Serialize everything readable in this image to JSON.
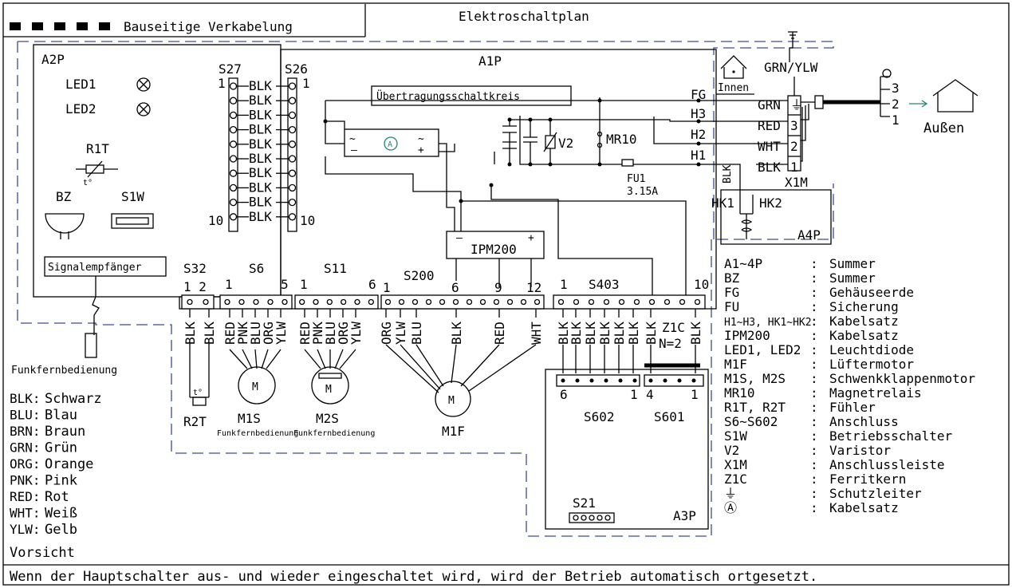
{
  "title": "Elektroschaltplan",
  "field_wiring_label": "Bauseitige Verkabelung",
  "boards": {
    "a1p": "A1P",
    "a2p": "A2P",
    "a3p": "A3P",
    "a4p": "A4P"
  },
  "a2p": {
    "led1": "LED1",
    "led2": "LED2",
    "r1t": "R1T",
    "r1t_t": "t°",
    "bz": "BZ",
    "s1w": "S1W",
    "receiver": "Signalempfänger"
  },
  "remote": "Funkfernbedienung",
  "s27": {
    "name": "S27",
    "first": "1",
    "last": "10"
  },
  "s26": {
    "name": "S26",
    "first": "1",
    "last": "10"
  },
  "harness_wires": [
    "BLK",
    "BLK",
    "BLK",
    "BLK",
    "BLK",
    "BLK",
    "BLK",
    "BLK",
    "BLK",
    "BLK"
  ],
  "a1p": {
    "transmission": "Übertragungsschaltkreis",
    "v2": "V2",
    "mr10": "MR10",
    "fu1": "FU1",
    "fu1_rating": "3.15A",
    "fg": "FG",
    "h3": "H3",
    "h2": "H2",
    "h1": "H1",
    "a_circle": "A",
    "ipm": "IPM200"
  },
  "indoor": "Innen",
  "outdoor": "Außen",
  "grn_ylw": "GRN/YLW",
  "x1m": {
    "name": "X1M",
    "rows": [
      {
        "wire": "GRN",
        "term": "⏚"
      },
      {
        "wire": "RED",
        "term": "3"
      },
      {
        "wire": "WHT",
        "term": "2"
      },
      {
        "wire": "BLK",
        "term": "1"
      }
    ],
    "outdoor_terms": [
      "3",
      "2",
      "1"
    ]
  },
  "a4p": {
    "vertical_blk": "BLK",
    "hk1": "HK1",
    "hk2": "HK2"
  },
  "connectors": {
    "s32": {
      "name": "S32",
      "pins": "1  2",
      "wires": [
        "BLK",
        "BLK"
      ]
    },
    "s6": {
      "name": "S6",
      "first": "1",
      "last": "5",
      "wires": [
        "RED",
        "PNK",
        "BLU",
        "ORG",
        "YLW"
      ]
    },
    "s11": {
      "name": "S11",
      "first": "1",
      "last": "6",
      "wires": [
        "RED",
        "PNK",
        "BLU",
        "ORG",
        "YLW"
      ]
    },
    "s200": {
      "name": "S200",
      "pins": [
        "1",
        "6",
        "9",
        "12"
      ],
      "wires": [
        "ORG",
        "YLW",
        "BLU",
        "BLK",
        "RED",
        "WHT"
      ]
    },
    "s403": {
      "name": "S403",
      "first": "1",
      "last": "10",
      "wires": [
        "BLK",
        "BLK",
        "BLK",
        "BLK",
        "BLK",
        "BLK",
        "BLK",
        "BLK"
      ]
    }
  },
  "z1c": {
    "name": "Z1C",
    "sub": "N=2"
  },
  "components": {
    "r2t": "R2T",
    "r2t_t": "t°",
    "m1s": "M1S",
    "m2s": "M2S",
    "m1f": "M1F",
    "motor": "M",
    "m1s_sub": "Funkfernbedienung",
    "m2s_sub": "Funkfernbedienung"
  },
  "a3p": {
    "s602": "S602",
    "s602_left": "6",
    "s602_right": "1",
    "s601": "S601",
    "s601_left": "4",
    "s601_right": "1",
    "s21": "S21"
  },
  "color_legend": [
    {
      "code": "BLK:",
      "name": "Schwarz"
    },
    {
      "code": "BLU:",
      "name": "Blau"
    },
    {
      "code": "BRN:",
      "name": "Braun"
    },
    {
      "code": "GRN:",
      "name": "Grün"
    },
    {
      "code": "ORG:",
      "name": "Orange"
    },
    {
      "code": "PNK:",
      "name": "Pink"
    },
    {
      "code": "RED:",
      "name": "Rot"
    },
    {
      "code": "WHT:",
      "name": "Weiß"
    },
    {
      "code": "YLW:",
      "name": "Gelb"
    }
  ],
  "caution_title": "Vorsicht",
  "caution_text": "Wenn der Hauptschalter aus- und wieder eingeschaltet wird, wird der Betrieb automatisch ortgesetzt.",
  "parts_legend": [
    {
      "code": "A1~4P",
      "sep": ":",
      "desc": "Summer"
    },
    {
      "code": "BZ",
      "sep": ":",
      "desc": "Summer"
    },
    {
      "code": "FG",
      "sep": ":",
      "desc": "Gehäuseerde"
    },
    {
      "code": "FU",
      "sep": ":",
      "desc": "Sicherung"
    },
    {
      "code": "H1~H3, HK1~HK2",
      "sep": ":",
      "desc": "Kabelsatz"
    },
    {
      "code": "IPM200",
      "sep": ":",
      "desc": "Kabelsatz"
    },
    {
      "code": "LED1, LED2",
      "sep": ":",
      "desc": "Leuchtdiode"
    },
    {
      "code": "M1F",
      "sep": ":",
      "desc": "Lüftermotor"
    },
    {
      "code": "M1S,  M2S",
      "sep": ":",
      "desc": "Schwenkklappenmotor"
    },
    {
      "code": "MR10",
      "sep": ":",
      "desc": "Magnetrelais"
    },
    {
      "code": "R1T, R2T",
      "sep": ":",
      "desc": "Fühler"
    },
    {
      "code": "S6~S602",
      "sep": ":",
      "desc": "Anschluss"
    },
    {
      "code": "S1W",
      "sep": ":",
      "desc": "Betriebsschalter"
    },
    {
      "code": "V2",
      "sep": ":",
      "desc": "Varistor"
    },
    {
      "code": "X1M",
      "sep": ":",
      "desc": "Anschlussleiste"
    },
    {
      "code": "Z1C",
      "sep": ":",
      "desc": "Ferritkern"
    },
    {
      "code": "⏚",
      "sep": ":",
      "desc": "Schutzleiter"
    },
    {
      "code": "Ⓐ",
      "sep": ":",
      "desc": "Kabelsatz"
    }
  ]
}
